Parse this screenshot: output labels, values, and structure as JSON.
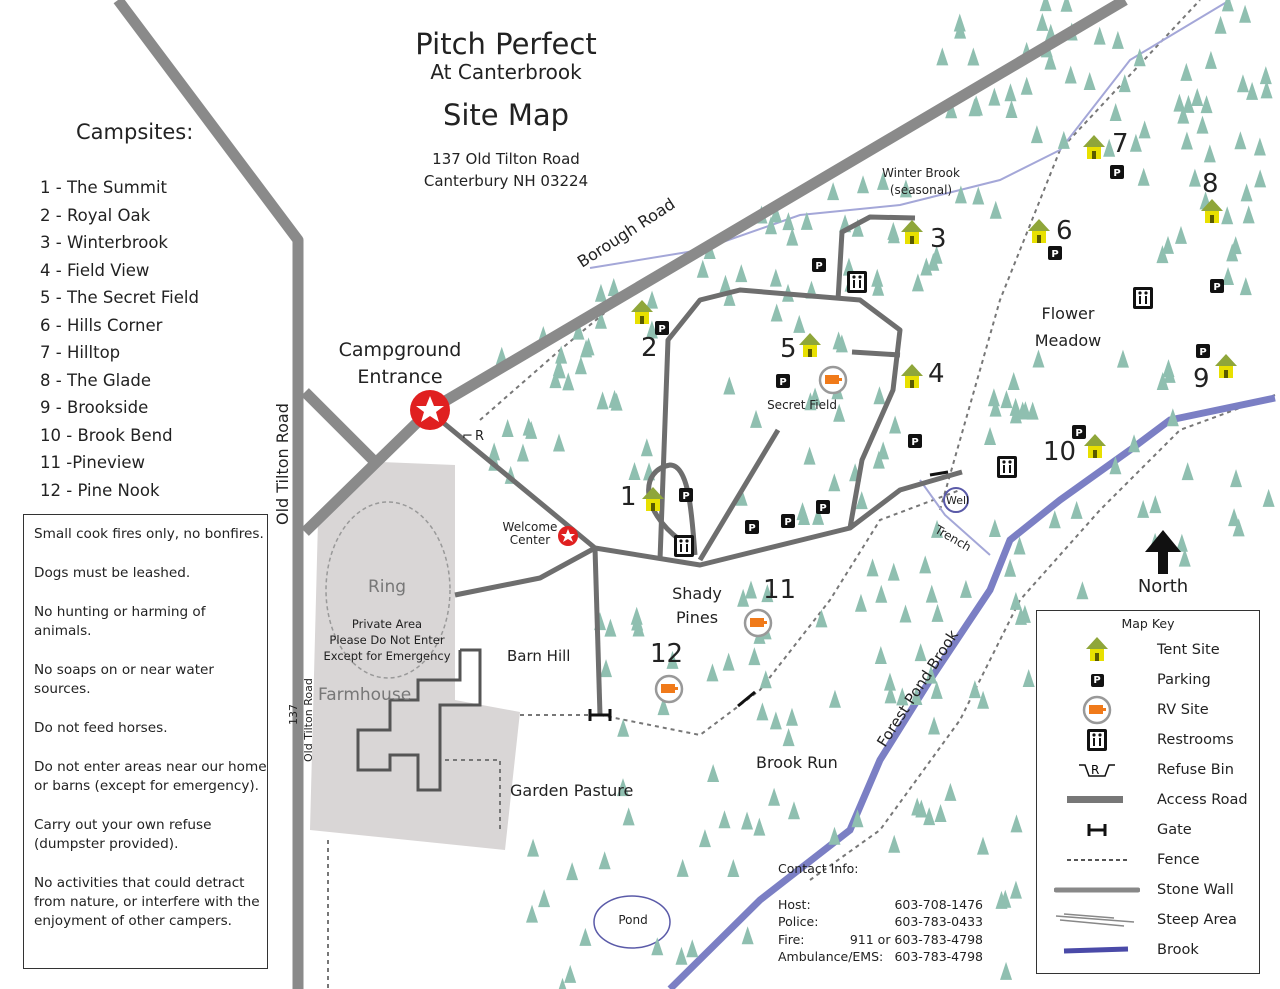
{
  "title": {
    "line1": "Pitch Perfect",
    "line2": "At Canterbrook",
    "line3": "Site Map",
    "address1": "137 Old Tilton Road",
    "address2": "Canterbury NH 03224"
  },
  "campsites": {
    "heading": "Campsites:",
    "items": [
      "1  -  The Summit",
      "2  -  Royal Oak",
      "3  -  Winterbrook",
      "4  -  Field View",
      "5  -  The Secret Field",
      "6  -  Hills Corner",
      "7  -  Hilltop",
      "8  -  The Glade",
      "9  -  Brookside",
      "10 - Brook Bend",
      "11 -Pineview",
      "12 - Pine Nook"
    ]
  },
  "rules": [
    "Small cook fires only, no bonfires.",
    "Dogs must be  leashed.",
    "No hunting or harming of animals.",
    "No soaps on or near water sources.",
    "Do not feed horses.",
    "Do not enter areas near our home or barns (except for emergency).",
    "Carry out your own refuse (dumpster provided).",
    " No activities that could detract from nature, or interfere with the enjoyment of other campers."
  ],
  "labels": {
    "old_tilton_road": "Old Tilton Road",
    "old_tilton_small_1": "137",
    "old_tilton_small_2": "Old Tilton Road",
    "borough_road": "Borough Road",
    "campground_entrance_1": "Campground",
    "campground_entrance_2": "Entrance",
    "welcome_center_1": "Welcome",
    "welcome_center_2": "Center",
    "ring": "Ring",
    "private_1": "Private Area",
    "private_2": "Please Do Not Enter",
    "private_3": "Except for Emergency",
    "farmhouse": "Farmhouse",
    "barn_hill": "Barn Hill",
    "garden_pasture": "Garden Pasture",
    "shady_pines_1": "Shady",
    "shady_pines_2": "Pines",
    "secret_field": "Secret Field",
    "winter_brook_1": "Winter  Brook",
    "winter_brook_2": "(seasonal)",
    "flower_meadow_1": "Flower",
    "flower_meadow_2": "Meadow",
    "well": "Well",
    "trench": "Trench",
    "north": "North",
    "brook_run": "Brook Run",
    "forest_pond_brook": "Forest Pond Brook",
    "pond": "Pond"
  },
  "site_numbers": [
    "1",
    "2",
    "3",
    "4",
    "5",
    "6",
    "7",
    "8",
    "9",
    "10",
    "11",
    "12"
  ],
  "contact": {
    "heading": "Contact Info:",
    "rows": [
      {
        "label": "Host:",
        "value": "603-708-1476"
      },
      {
        "label": "Police:",
        "value": "603-783-0433"
      },
      {
        "label": "Fire:",
        "value": "911 or  603-783-4798"
      },
      {
        "label": "Ambulance/EMS:",
        "value": "603-783-4798"
      }
    ]
  },
  "legend": {
    "heading": "Map Key",
    "items": [
      "Tent Site",
      "Parking",
      "RV Site",
      "Restrooms",
      "Refuse Bin",
      "Access Road",
      "Gate",
      "Fence",
      "Stone Wall",
      "Steep Area",
      "Brook"
    ],
    "parking_glyph": "P",
    "refuse_glyph": "R"
  },
  "colors": {
    "road": "#8a8a8a",
    "brook": "#7b7fc4",
    "tree": "#8fbfb0",
    "tent_roof": "#8fa63a",
    "tent_body": "#e8e000",
    "rv": "#f07a1a",
    "private_area": "#d9d6d6"
  }
}
